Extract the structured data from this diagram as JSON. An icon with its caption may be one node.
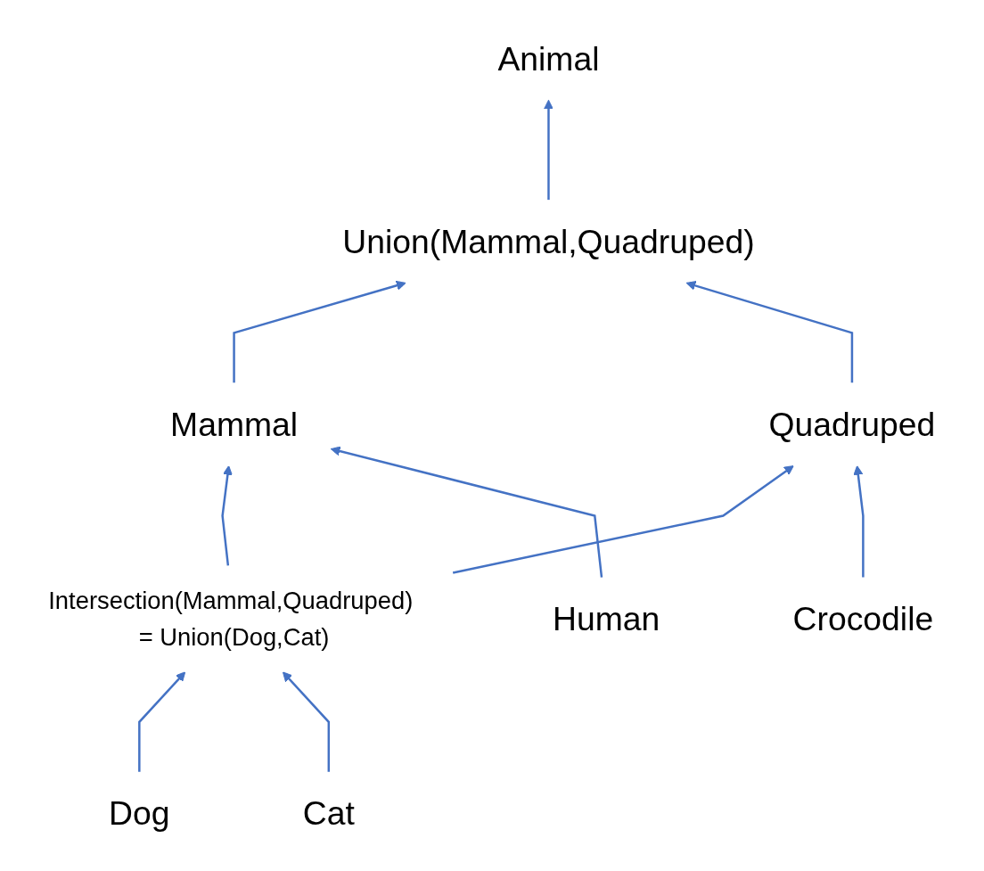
{
  "diagram": {
    "nodes": [
      {
        "text": [
          "Animal"
        ]
      },
      {
        "text": [
          "Union(Mammal,Quadruped)"
        ]
      },
      {
        "text": [
          "Mammal"
        ]
      },
      {
        "text": [
          "Quadruped"
        ]
      },
      {
        "text": [
          "Intersection(Mammal,Quadruped) = Union(Dog,Cat)"
        ]
      },
      {
        "text": [
          "Human"
        ]
      },
      {
        "text": [
          "Dog"
        ]
      },
      {
        "text": [
          "Cat"
        ]
      },
      {
        "text": [
          "Crocodile"
        ]
      }
    ],
    "edges": [
      {
        "from": 1,
        "to": 0,
        "arrow": "to"
      },
      {
        "from": 2,
        "to": 1,
        "arrow": "to"
      },
      {
        "from": 3,
        "to": 1,
        "arrow": "to"
      },
      {
        "from": 4,
        "to": 2,
        "arrow": "to"
      },
      {
        "from": 4,
        "to": 3,
        "arrow": "to"
      },
      {
        "from": 5,
        "to": 2,
        "arrow": "to"
      },
      {
        "from": 6,
        "to": 4,
        "arrow": "to"
      },
      {
        "from": 7,
        "to": 4,
        "arrow": "to"
      },
      {
        "from": 8,
        "to": 3,
        "arrow": "to"
      }
    ]
  }
}
